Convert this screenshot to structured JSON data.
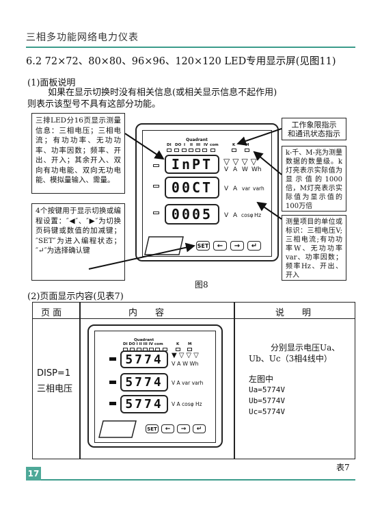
{
  "header": {
    "title": "三相多功能网络电力仪表"
  },
  "section": {
    "title": "6.2 72×72、80×80、96×96、120×120 LED专用显示屏(见图11)"
  },
  "panel_desc": {
    "subtitle": "(1)面板说明",
    "line1": "如果在显示切换时没有相关信息(或相关显示信息不起作用)",
    "line2": "则表示该型号不具有这部分功能。"
  },
  "callouts": {
    "led_rows": "三排LED分16页显示测量信息：三相电压；三相电流；有功功率、无功功率、功率因数；频率、开出、开入；其余开入、双向有功电能、双向无功电能、模拟量输入、需量。",
    "buttons": "4个按键用于显示切换或编程设置：″◀″、″▶″为切换页码键或数值的加减键；″SET″为进入编程状态；″↵″为选择确认键",
    "quadrant_line1": "工作象限指示",
    "quadrant_line2": "和通讯状态指示",
    "kM": "k-千、M-兆为测量数据的数量级。k灯亮表示实际值为显示值的1000倍，M灯亮表示实际值为显示值的100万倍",
    "items": "测量项目的单位或标识：三相电压V;三相电流;有功功率W、无功功率var、功率因数；频率Hz、开出、开入"
  },
  "meter": {
    "quadrant_label": "Quadrant",
    "led_labels": [
      "DI",
      "DO",
      "I",
      "II",
      "III",
      "IV",
      "com",
      "K",
      "M"
    ],
    "row1": "InPT",
    "row2": "00CT",
    "row3": "0005",
    "row1_units": [
      "V",
      "A",
      "W",
      "Wh"
    ],
    "row2_units": [
      "V",
      "A",
      "var",
      "varh"
    ],
    "row3_units": [
      "V",
      "A",
      "cosφ",
      "Hz"
    ],
    "btn_set": "SET",
    "btn_left": "←",
    "btn_right": "→",
    "btn_enter": "↵"
  },
  "figure": {
    "caption": "图8"
  },
  "page_content": {
    "subtitle": "(2)页面显示内容(见表7)",
    "col_page": "页 面",
    "col_content": "内　　容",
    "col_note": "说　　明",
    "row_page_1": "DISP=1",
    "row_page_2": "三相电压",
    "note_1": "分别显示电压Ua、",
    "note_2": "Ub、Uc（3相4线中）",
    "note_3": "左图中",
    "note_4": "Ua=5774V",
    "note_5": "Ub=5774V",
    "note_6": "Uc=5774V",
    "table_caption": "表7",
    "meter2": {
      "row1": "5774",
      "row2": "5774",
      "row3": "5774"
    }
  },
  "footer": {
    "page_number": "17"
  }
}
